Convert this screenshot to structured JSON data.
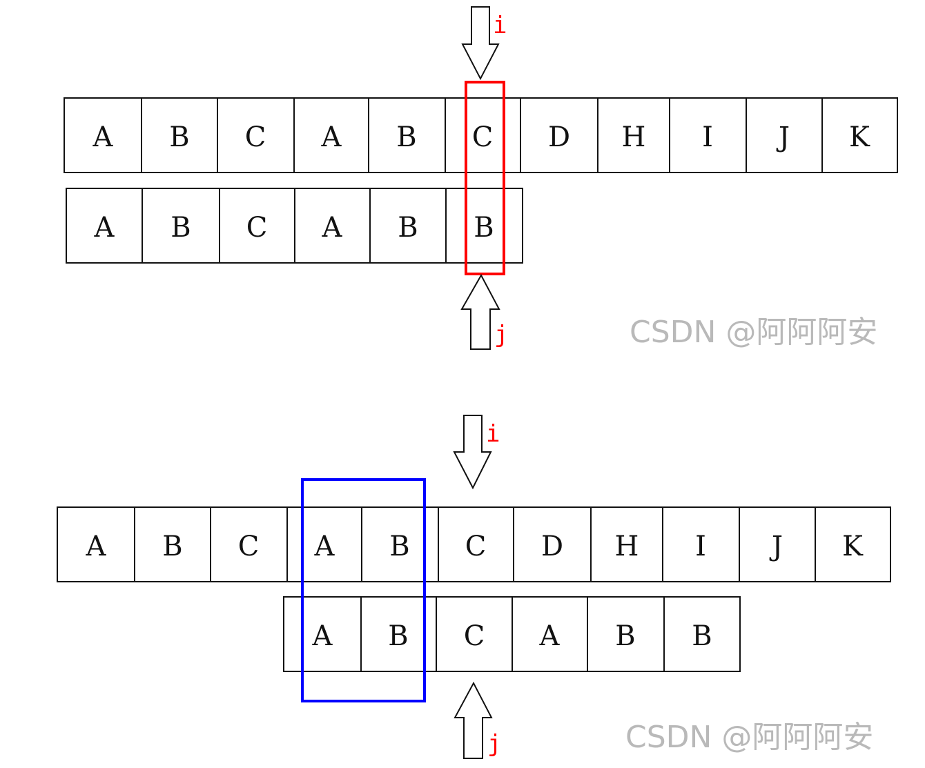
{
  "diagrams": [
    {
      "name": "before-shift",
      "text_row": [
        "A",
        "B",
        "C",
        "A",
        "B",
        "C",
        "D",
        "H",
        "I",
        "J",
        "K"
      ],
      "pattern_row": [
        "A",
        "B",
        "C",
        "A",
        "B",
        "B"
      ],
      "pointer_i_label": "i",
      "pointer_j_label": "j",
      "highlight_color": "#ff0000",
      "highlight": {
        "kind": "mismatch",
        "text_index": 5,
        "pattern_index": 5
      },
      "watermark": "CSDN @阿阿阿安"
    },
    {
      "name": "after-shift",
      "text_row": [
        "A",
        "B",
        "C",
        "A",
        "B",
        "C",
        "D",
        "H",
        "I",
        "J",
        "K"
      ],
      "pattern_row": [
        "A",
        "B",
        "C",
        "A",
        "B",
        "B"
      ],
      "pointer_i_label": "i",
      "pointer_j_label": "j",
      "highlight_color": "#0000ff",
      "highlight": {
        "kind": "common-prefix-suffix",
        "text_indices": [
          3,
          4
        ],
        "pattern_indices": [
          0,
          1
        ]
      },
      "watermark": "CSDN @阿阿阿安"
    }
  ],
  "colors": {
    "grid": "#111111",
    "pointer_label": "#ff0000",
    "watermark": "#b9b9b9"
  }
}
